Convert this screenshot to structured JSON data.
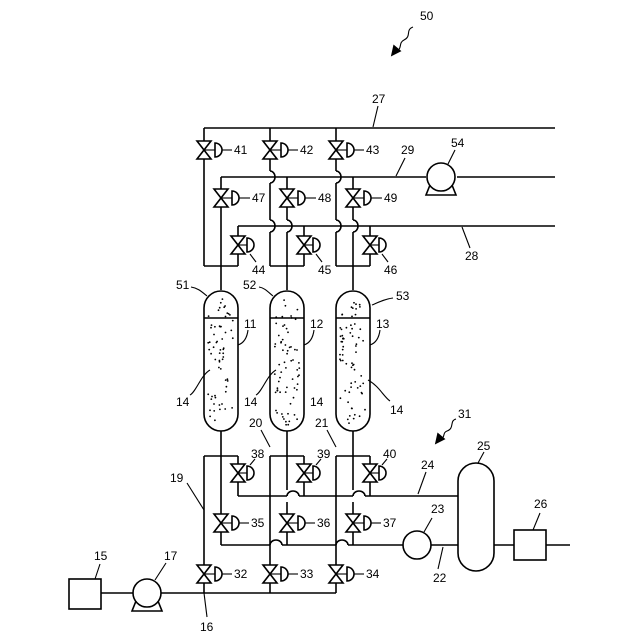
{
  "labels": {
    "system": "50",
    "line27": "27",
    "line29": "29",
    "line28": "28",
    "comp54": "54",
    "v41": "41",
    "v42": "42",
    "v43": "43",
    "v47": "47",
    "v48": "48",
    "v49": "49",
    "v44": "44",
    "v45": "45",
    "v46": "46",
    "top51": "51",
    "top52": "52",
    "top53": "53",
    "col11": "11",
    "col12": "12",
    "col13": "13",
    "pack_a": "14",
    "pack_b": "14",
    "pack_c": "14",
    "pack_d": "14",
    "sub31": "31",
    "tank25": "25",
    "line24": "24",
    "pump23": "23",
    "dev26": "26",
    "line22": "22",
    "line20": "20",
    "line21": "21",
    "line19": "19",
    "v38": "38",
    "v39": "39",
    "v40": "40",
    "v35": "35",
    "v36": "36",
    "v37": "37",
    "v32": "32",
    "v33": "33",
    "v34": "34",
    "src15": "15",
    "pump17": "17",
    "line16": "16"
  }
}
